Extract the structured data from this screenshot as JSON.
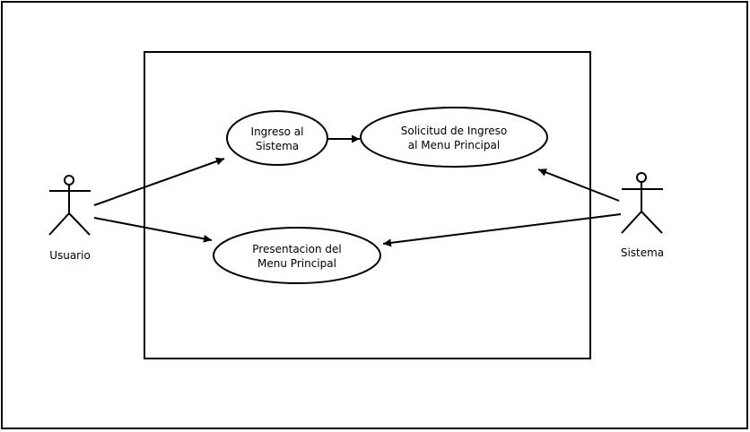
{
  "use_cases": {
    "ingreso": {
      "line1": "Ingreso al",
      "line2": "Sistema"
    },
    "solicitud": {
      "line1": "Solicitud de Ingreso",
      "line2": "al Menu Principal"
    },
    "presentacion": {
      "line1": "Presentacion del",
      "line2": "Menu Principal"
    }
  },
  "actors": {
    "usuario": {
      "label": "Usuario"
    },
    "sistema": {
      "label": "Sistema"
    }
  },
  "colors": {
    "line": "#000000",
    "background": "#ffffff"
  }
}
